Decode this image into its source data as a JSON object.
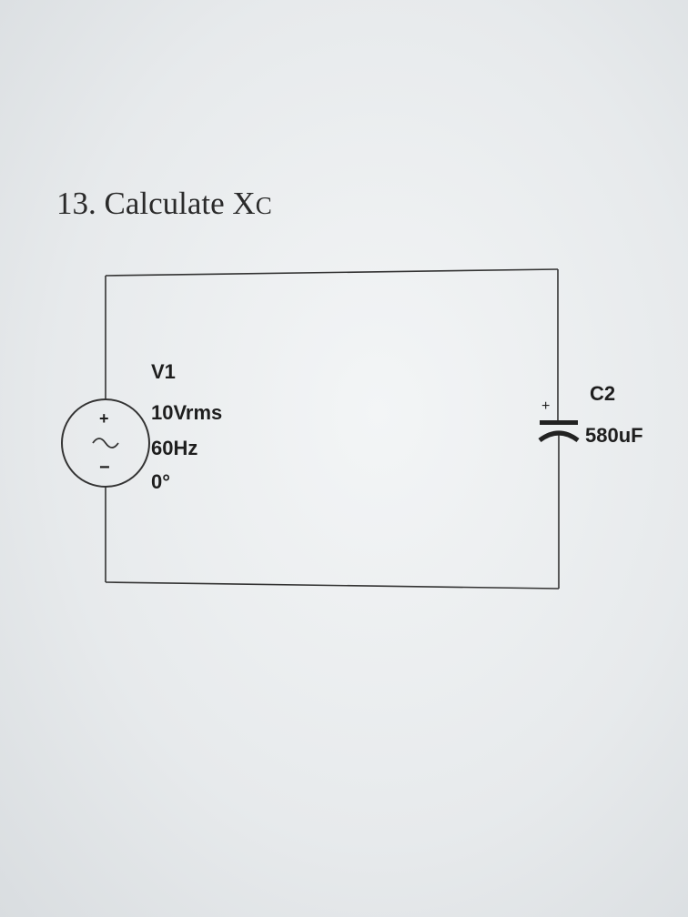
{
  "question": {
    "number": "13.",
    "text": "Calculate X",
    "subscript": "C"
  },
  "source": {
    "name": "V1",
    "voltage": "10Vrms",
    "frequency": "60Hz",
    "phase": "0°",
    "plus": "+",
    "minus": "−"
  },
  "capacitor": {
    "name": "C2",
    "value": "580uF",
    "plus": "+"
  }
}
